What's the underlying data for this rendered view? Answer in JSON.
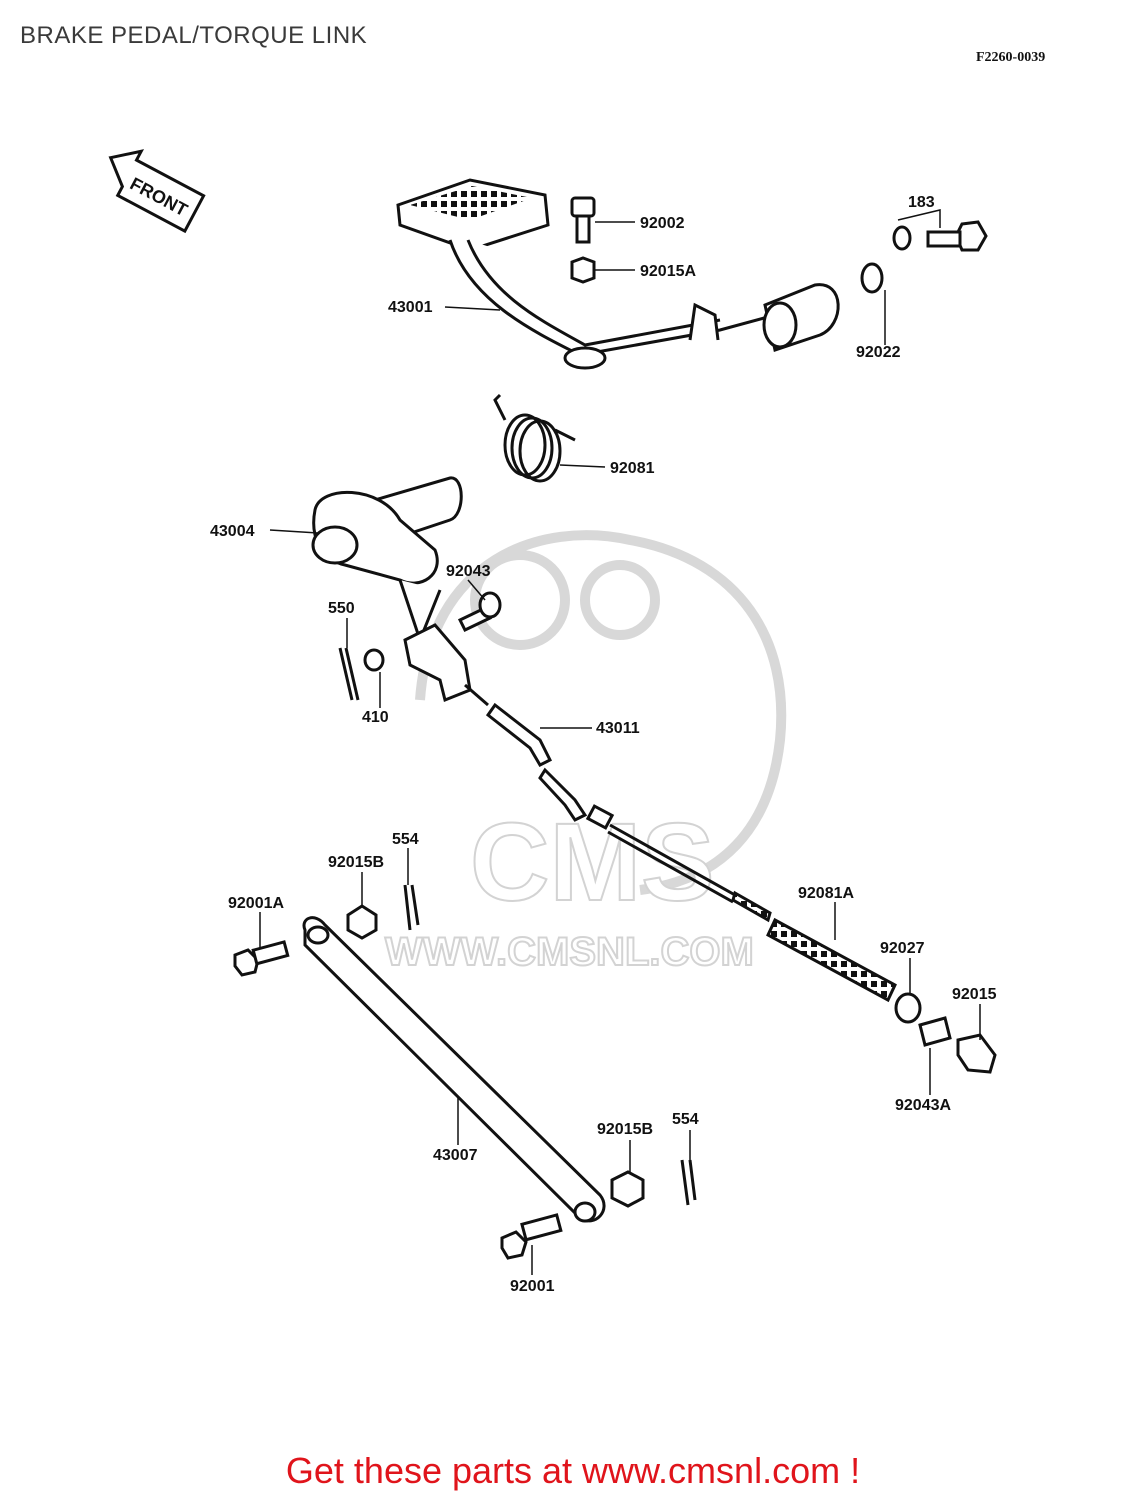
{
  "header": {
    "title": "BRAKE PEDAL/TORQUE LINK",
    "diagram_code": "F2260-0039"
  },
  "front_arrow": {
    "label": "FRONT"
  },
  "watermark": {
    "logo_text": "CMS",
    "url_text": "WWW.CMSNL.COM"
  },
  "part_labels": {
    "p92002": "92002",
    "p92015A": "92015A",
    "p43001": "43001",
    "p183": "183",
    "p92022": "92022",
    "p92081": "92081",
    "p43004": "43004",
    "p92043": "92043",
    "p550": "550",
    "p410": "410",
    "p43011": "43011",
    "p554_top": "554",
    "p92015B_top": "92015B",
    "p92001A": "92001A",
    "p92081A": "92081A",
    "p92027": "92027",
    "p92015": "92015",
    "p92043A": "92043A",
    "p43007": "43007",
    "p92015B_bottom": "92015B",
    "p554_bottom": "554",
    "p92001": "92001"
  },
  "footer": {
    "text": "Get these parts at www.cmsnl.com !"
  },
  "colors": {
    "footer_text": "#e0141b",
    "line_art": "#111111",
    "watermark": "#cfcfcf"
  }
}
